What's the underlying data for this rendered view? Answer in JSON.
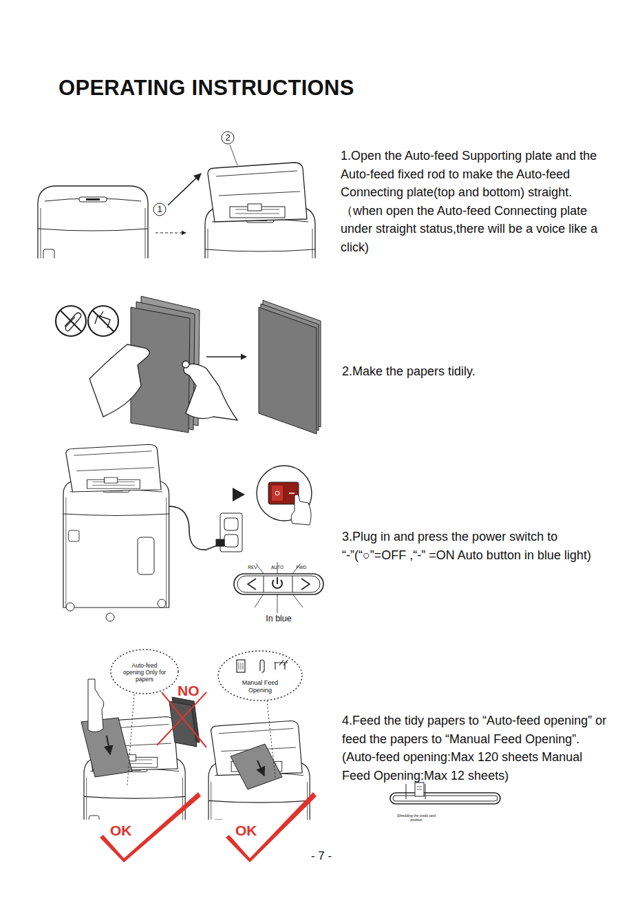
{
  "diagram": {
    "title": "OPERATING INSTRUCTIONS",
    "nodes": [
      {
        "text": [
          "1"
        ]
      },
      {
        "text": [
          "2"
        ]
      },
      {
        "text": [
          "Auto-feed opening Only for papers"
        ]
      },
      {
        "text": [
          "Manual Feed Opening"
        ]
      }
    ],
    "edges": [],
    "labels": [
      "1.Open the Auto-feed Supporting plate and the Auto-feed fixed rod to make the Auto-feed Connecting plate(top and bottom) straight.（when open the Auto-feed Connecting plate under straight status,there will be a voice like a click)",
      "2.Make the papers tidily.",
      "3.Plug in and press the power switch to “-”(“○”=OFF ,“-” =ON Auto button in blue light)",
      "4.Feed the tidy papers to “Auto-feed opening” or feed the papers to “Manual Feed Opening”.(Auto-feed opening:Max 120 sheets Manual Feed Opening:Max 12 sheets)",
      "REV",
      "AUTO",
      "FWD",
      "In blue",
      "NO",
      "OK",
      "OK",
      "Shredding the credit card position",
      "- 7 -"
    ]
  }
}
